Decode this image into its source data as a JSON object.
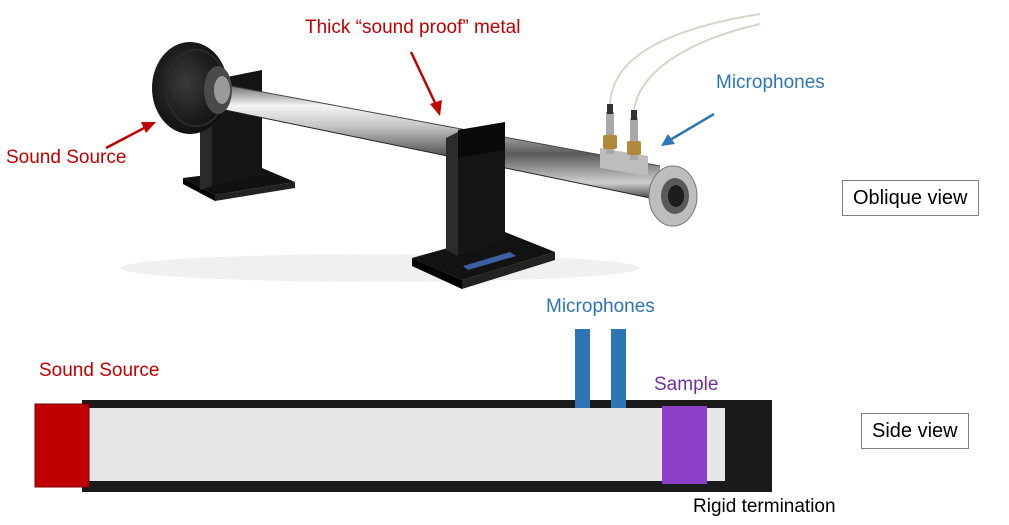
{
  "oblique": {
    "label_metal": "Thick “sound proof” metal",
    "label_microphones": "Microphones",
    "label_source": "Sound Source",
    "view_label": "Oblique view"
  },
  "side": {
    "label_microphones": "Microphones",
    "label_source": "Sound Source",
    "label_sample": "Sample",
    "label_termination": "Rigid termination",
    "view_label": "Side view"
  },
  "colors": {
    "red_label": "#c00000",
    "blue_label": "#2e75b6",
    "purple_label": "#7030a0",
    "source_block": "#c00000",
    "microphone_bar": "#2e75b6",
    "sample_block": "#8b3fc8",
    "tube_wall": "#1a1a1a",
    "tube_interior": "#e6e6e6"
  }
}
